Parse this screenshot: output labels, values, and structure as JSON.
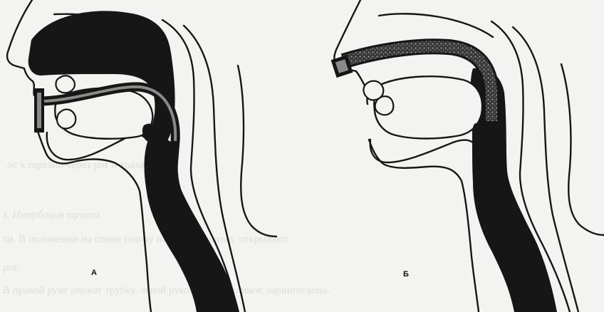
{
  "figure": {
    "panel_a": {
      "label": "А"
    },
    "panel_b": {
      "label": "Б"
    }
  },
  "bleed_through_text": {
    "line1": "ос к гортани через рот и трахею.",
    "line2": "з. Интубация трахеи.",
    "line3": "ти. В положении на спине голову наклоняют назад, открывают",
    "line4": "рот.",
    "line5": "В правой руке держат трубку, левой рукой вводят клинок ларингоскопа."
  },
  "colors": {
    "ink": "#161616",
    "paper": "#f3f3f1"
  }
}
